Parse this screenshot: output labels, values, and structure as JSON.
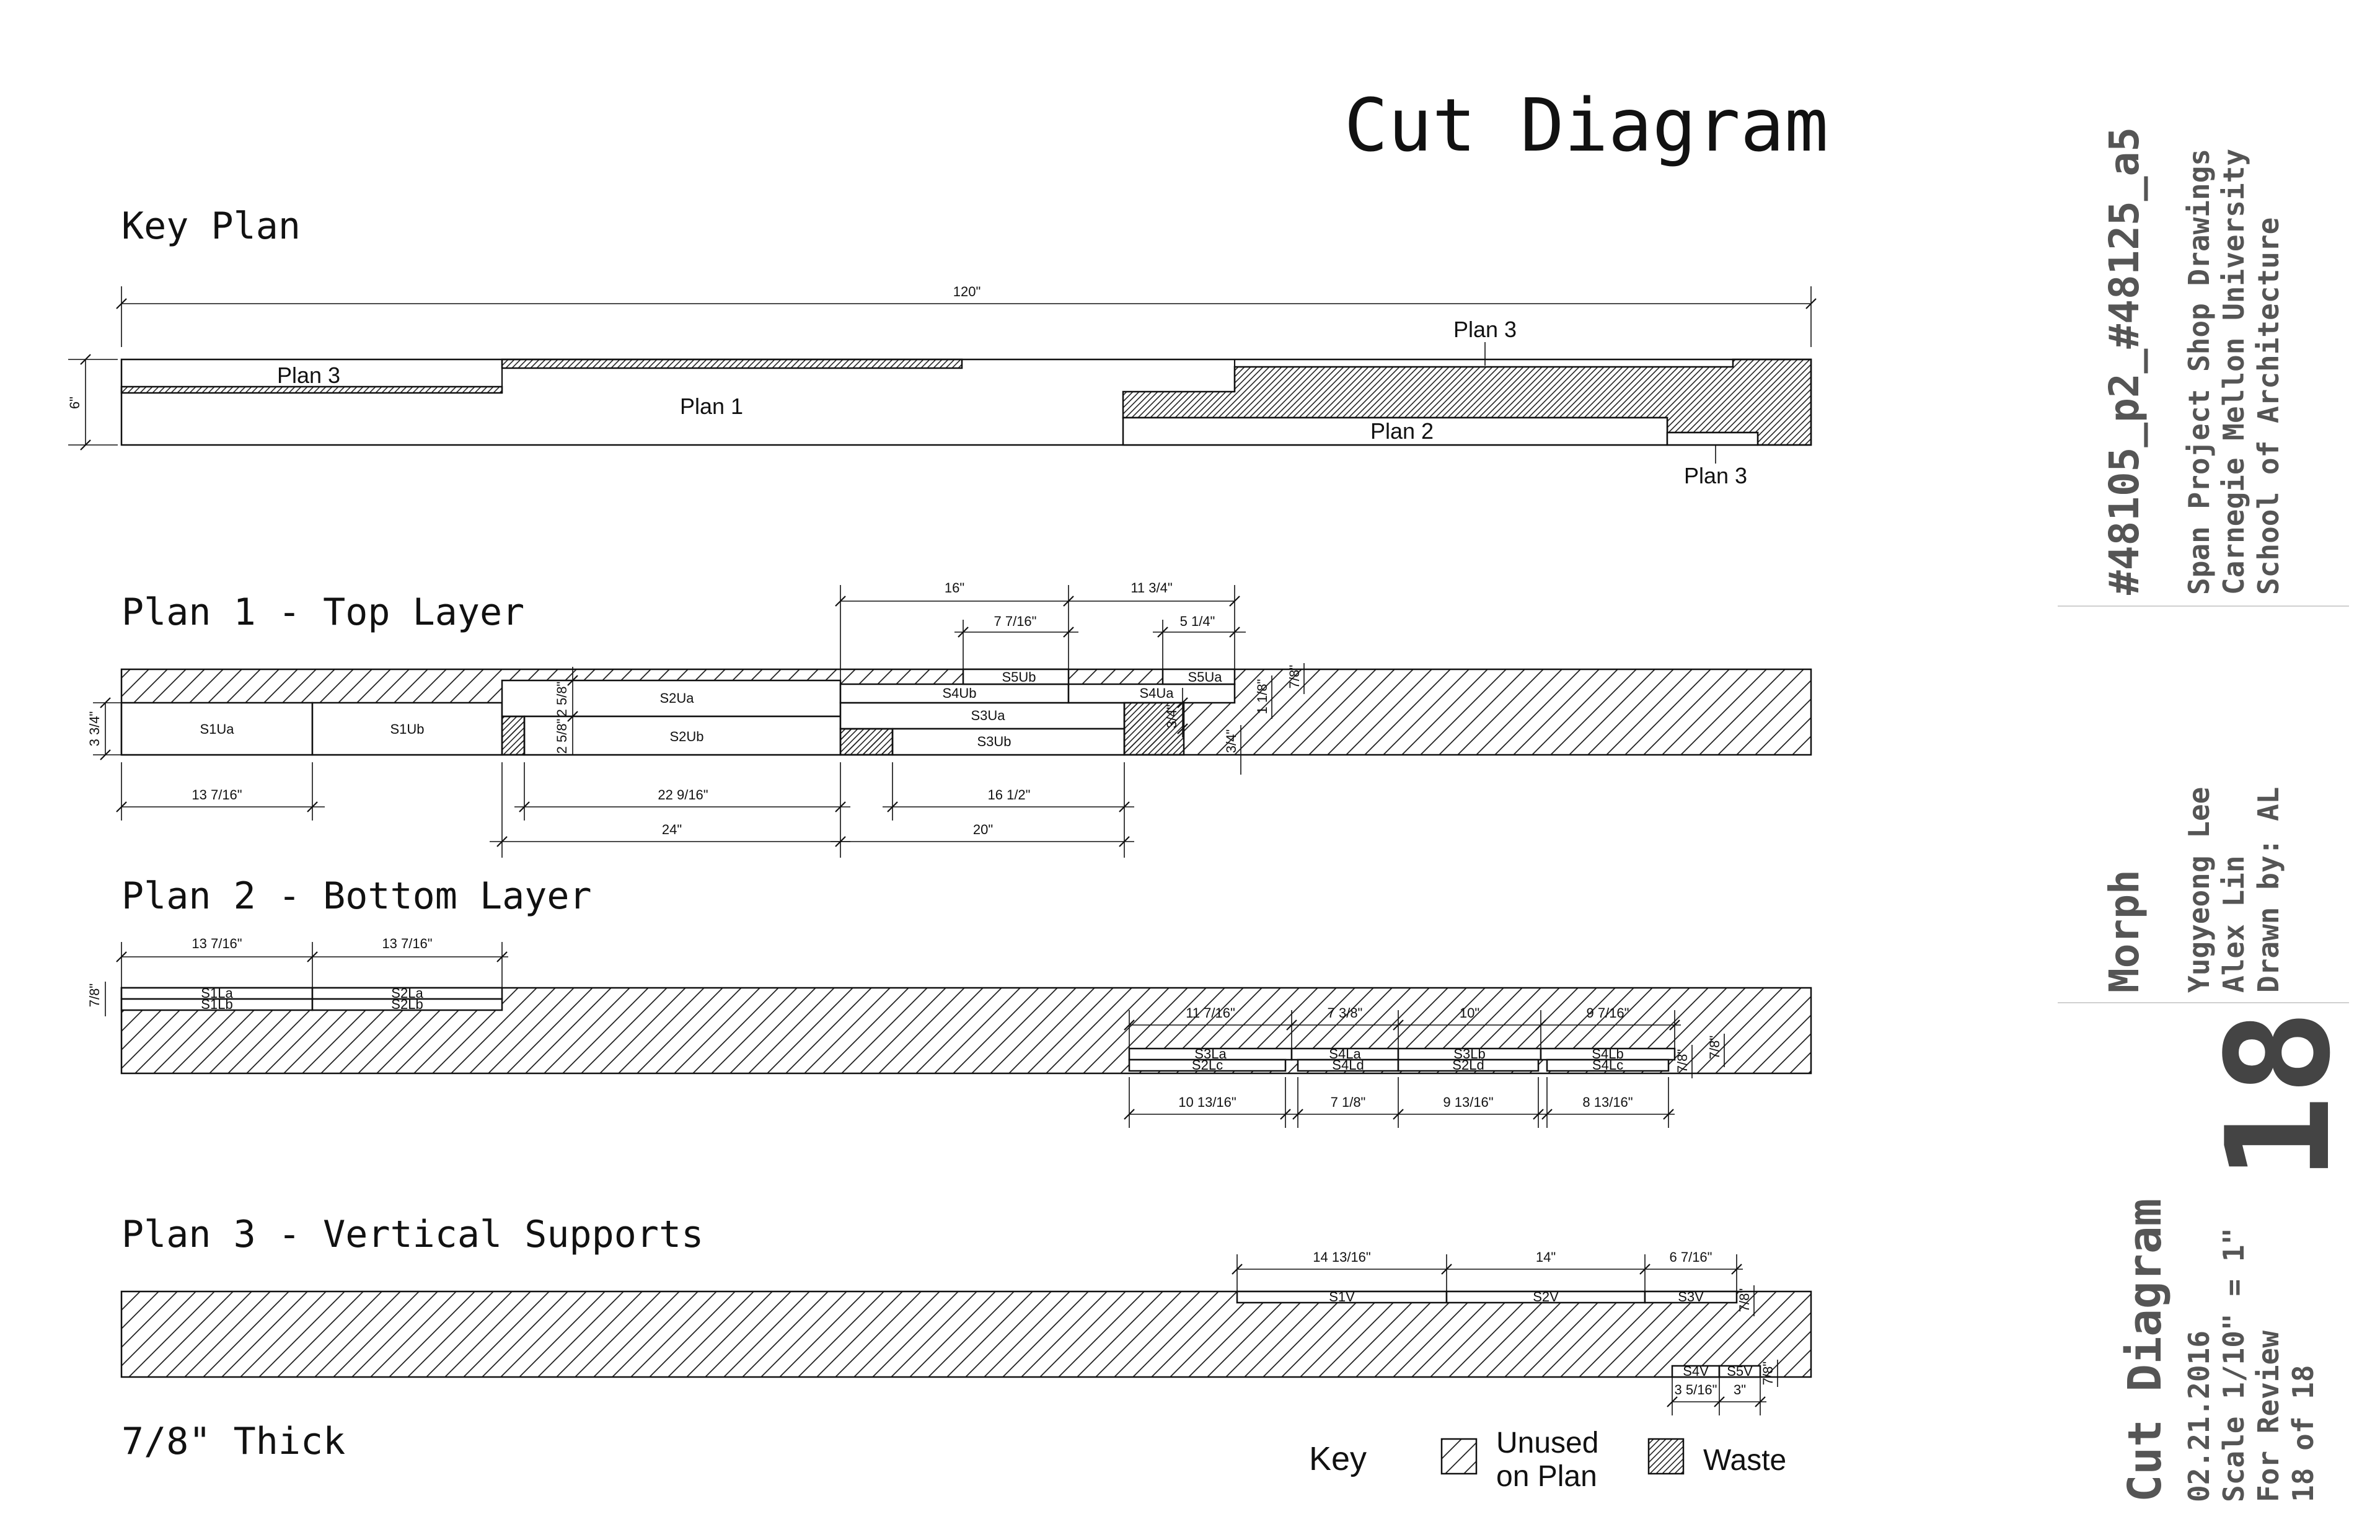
{
  "title": "Cut Diagram",
  "key_plan": {
    "heading": "Key Plan",
    "dim_total": "120\"",
    "dim_height": "6\"",
    "labels": {
      "plan3_left": "Plan 3",
      "plan1": "Plan 1",
      "plan3_top": "Plan 3",
      "plan2": "Plan 2",
      "plan3_bottom": "Plan 3"
    }
  },
  "plan1": {
    "heading": "Plan 1 - Top Layer",
    "pieces": {
      "s1ua": "S1Ua",
      "s1ub": "S1Ub",
      "s2ua": "S2Ua",
      "s2ub": "S2Ub",
      "s3ua": "S3Ua",
      "s3ub": "S3Ub",
      "s4ub": "S4Ub",
      "s4ua": "S4Ua",
      "s5ub": "S5Ub",
      "s5ua": "S5Ua"
    },
    "dims": {
      "d16": "16\"",
      "d11_3_4": "11 3/4\"",
      "d7_7_16": "7 7/16\"",
      "d5_1_4": "5 1/4\"",
      "d13_7_16": "13 7/16\"",
      "d22_9_16": "22 9/16\"",
      "d24": "24\"",
      "d16_1_2": "16 1/2\"",
      "d20": "20\"",
      "d3_3_4": "3 3/4\"",
      "d2_5_8a": "2 5/8\"",
      "d2_5_8b": "2 5/8\"",
      "d3_4a": "3/4\"",
      "d3_4b": "3/4\"",
      "d1_1_8": "1 1/8\"",
      "d7_8": "7/8\""
    }
  },
  "plan2": {
    "heading": "Plan 2 - Bottom Layer",
    "pieces": {
      "s1la": "S1La",
      "s1lb": "S1Lb",
      "s2la": "S2La",
      "s2lb": "S2Lb",
      "s3la": "S3La",
      "s4la": "S4La",
      "s3lb": "S3Lb",
      "s4lb": "S4Lb",
      "s2lc": "S2Lc",
      "s4ld": "S4Ld",
      "s2ld": "S2Ld",
      "s4lc": "S4Lc"
    },
    "dims": {
      "d13_7_16a": "13 7/16\"",
      "d13_7_16b": "13 7/16\"",
      "d7_8": "7/8\"",
      "d11_7_16": "11 7/16\"",
      "d7_3_8": "7 3/8\"",
      "d10": "10\"",
      "d9_7_16": "9 7/16\"",
      "d10_13_16": "10 13/16\"",
      "d7_1_8": "7 1/8\"",
      "d9_13_16": "9 13/16\"",
      "d8_13_16": "8 13/16\"",
      "d7_8b": "7/8\"",
      "d7_8c": "7/8\""
    }
  },
  "plan3": {
    "heading": "Plan 3 - Vertical Supports",
    "pieces": {
      "s1v": "S1V",
      "s2v": "S2V",
      "s3v": "S3V",
      "s4v": "S4V",
      "s5v": "S5V"
    },
    "dims": {
      "d14_13_16": "14 13/16\"",
      "d14": "14\"",
      "d6_7_16": "6 7/16\"",
      "d3_5_16": "3 5/16\"",
      "d3": "3\"",
      "d7_8a": "7/8\"",
      "d7_8b": "7/8\""
    }
  },
  "thickness": "7/8\" Thick",
  "legend": {
    "key": "Key",
    "unused_line1": "Unused",
    "unused_line2": "on Plan",
    "waste": "Waste"
  },
  "title_block": {
    "project_number": "#48105_p2_#48125_a5",
    "line1": "Span Project Shop Drawings",
    "line2": "Carnegie Mellon University",
    "line3": "School of Architecture",
    "project_name": "Morph",
    "person1": "Yugyeong Lee",
    "person2": "Alex Lin",
    "drawn_by": "Drawn by: AL",
    "sheet_number": "18",
    "sheet_title": "Cut Diagram",
    "date": "02.21.2016",
    "scale": "Scale 1/10\" = 1\"",
    "status": "For Review",
    "page": "18 of 18"
  }
}
